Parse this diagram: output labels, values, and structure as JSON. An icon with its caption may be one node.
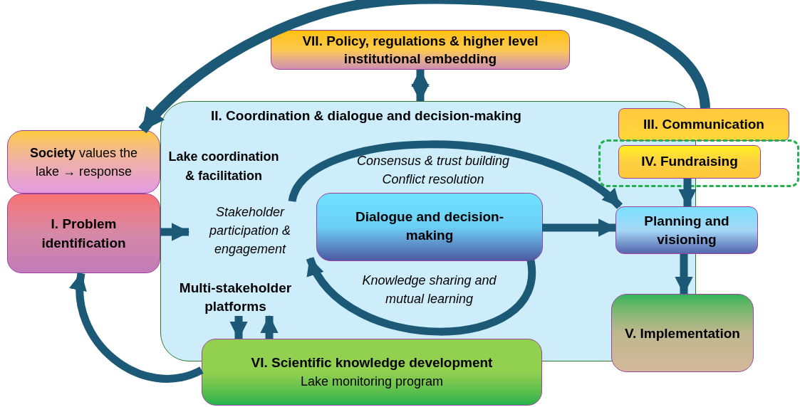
{
  "diagram": {
    "nodes": [
      {
        "text": [
          "VII. Policy, regulations & higher level institutional embedding"
        ]
      },
      {
        "text": [
          "II. Coordination & dialogue and decision-making"
        ]
      },
      {
        "text": [
          "III. Communication"
        ]
      },
      {
        "text": [
          "**Society** values the lake → response"
        ]
      },
      {
        "text": [
          "IV. Fundraising"
        ]
      },
      {
        "text": [
          "Stakeholder participation & engagement"
        ],
        "in": 1
      },
      {
        "text": [
          "Dialogue and decision-making"
        ],
        "in": 1
      },
      {
        "text": [
          "I. Problem identification"
        ]
      },
      {
        "text": [
          "Planning and visioning"
        ]
      },
      {
        "text": [
          "Multi-stakeholder platforms"
        ],
        "in": 1
      },
      {
        "text": [
          "V. Implementation"
        ]
      },
      {
        "text": [
          "VI. Scientific knowledge development",
          "Lake monitoring program"
        ]
      }
    ],
    "edges": [
      {
        "from": 0,
        "to": 1,
        "arrow": "both"
      },
      {
        "from": 2,
        "to": 3,
        "arrow": "to"
      },
      {
        "from": 7,
        "to": 5,
        "arrow": "to"
      },
      {
        "from": 5,
        "to": 8,
        "arrow": "to"
      },
      {
        "from": 6,
        "to": 8,
        "arrow": "to"
      },
      {
        "from": 6,
        "to": 5,
        "arrow": "to"
      },
      {
        "from": 4,
        "to": 8,
        "arrow": "to"
      },
      {
        "from": 8,
        "to": 10,
        "arrow": "to"
      },
      {
        "from": 9,
        "to": 11,
        "arrow": "to"
      },
      {
        "from": 11,
        "to": 9,
        "arrow": "to"
      },
      {
        "from": 11,
        "to": 7,
        "arrow": "to"
      }
    ],
    "labels": [
      "Lake coordination & facilitation",
      "Consensus & trust building",
      "Conflict resolution",
      "Knowledge sharing and mutual learning"
    ]
  }
}
